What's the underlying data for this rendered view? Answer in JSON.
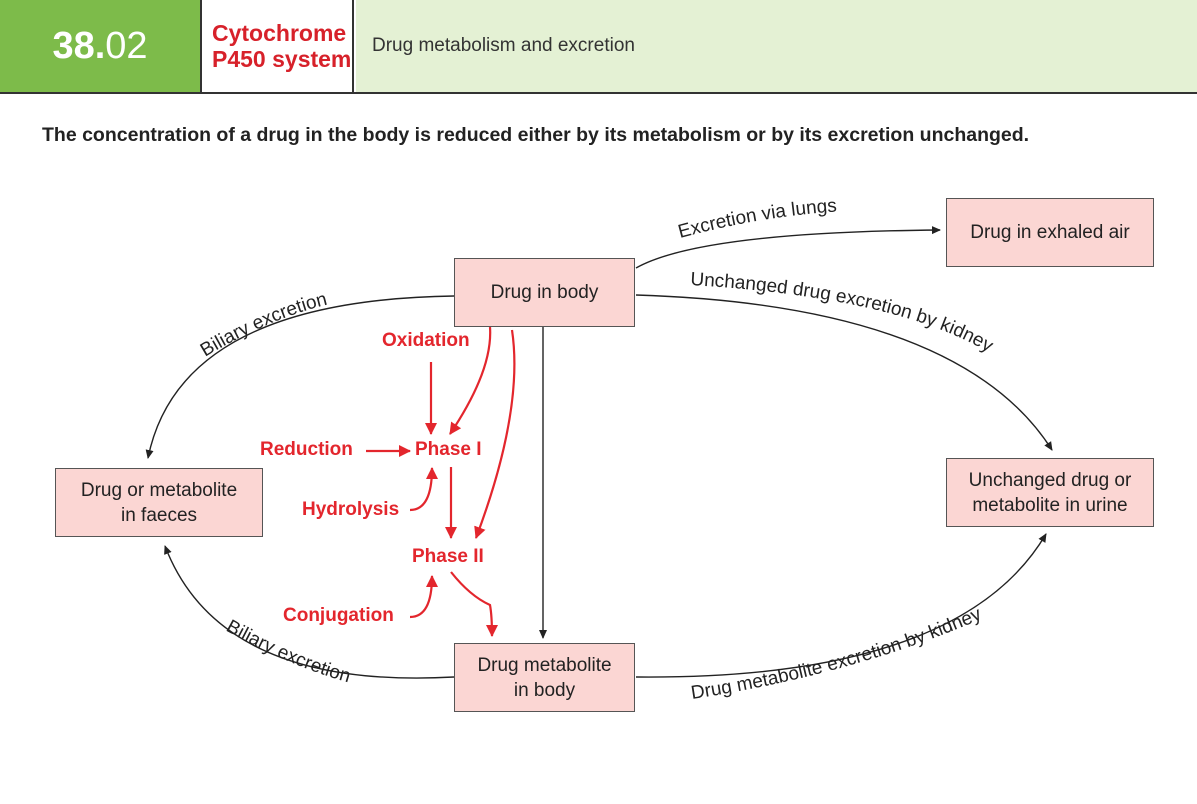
{
  "header": {
    "chapter_major": "38.",
    "chapter_minor": "02",
    "title_line1": "Cytochrome",
    "title_line2": "P450 system",
    "subtitle": "Drug metabolism and excretion"
  },
  "intro": "The concentration of a drug in the body is reduced either by its metabolism or by its excretion unchanged.",
  "boxes": {
    "drug_in_body": "Drug in body",
    "exhaled_air": "Drug in exhaled air",
    "urine_line1": "Unchanged drug or",
    "urine_line2": "metabolite in urine",
    "faeces_line1": "Drug or metabolite",
    "faeces_line2": "in faeces",
    "metabolite_line1": "Drug metabolite",
    "metabolite_line2": "in body"
  },
  "edge_labels": {
    "lungs": "Excretion via lungs",
    "kidney_unchanged": "Unchanged drug excretion by kidney",
    "biliary_top": "Biliary excretion",
    "biliary_bottom": "Biliary excretion",
    "kidney_metabolite": "Drug metabolite excretion by kidney"
  },
  "pathway": {
    "oxidation": "Oxidation",
    "reduction": "Reduction",
    "hydrolysis": "Hydrolysis",
    "phase1": "Phase I",
    "phase2": "Phase II",
    "conjugation": "Conjugation"
  },
  "colors": {
    "header_green": "#7dbb4a",
    "header_light_green": "#e4f1d4",
    "title_red": "#d7212a",
    "box_fill": "#fbd6d3",
    "pathway_red": "#e3262d"
  }
}
